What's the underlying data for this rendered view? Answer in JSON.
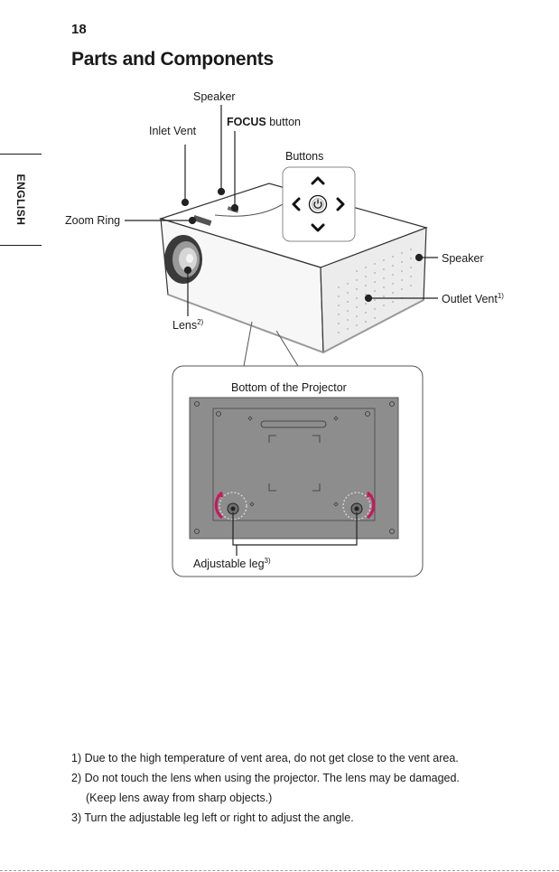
{
  "page_number": "18",
  "title": "Parts and Components",
  "side_tab": "ENGLISH",
  "labels": {
    "speaker_top": "Speaker",
    "focus_bold": "FOCUS",
    "focus_rest": " button",
    "inlet_vent": "Inlet Vent",
    "buttons": "Buttons",
    "zoom_ring": "Zoom Ring",
    "speaker_side": "Speaker",
    "outlet_vent": "Outlet Vent",
    "outlet_vent_ref": "1)",
    "lens": "Lens",
    "lens_ref": "2)",
    "bottom_title": "Bottom of the Projector",
    "adjustable_leg": "Adjustable leg",
    "adjustable_leg_ref": "3)"
  },
  "footnotes": [
    "1) Due to the high temperature of vent area, do not get close to the vent area.",
    "2) Do not touch the lens when using the projector. The lens may be damaged.",
    "(Keep lens away from sharp objects.)",
    "3) Turn the adjustable leg left or right to adjust the angle."
  ],
  "colors": {
    "accent_arrow": "#c8175d",
    "bottom_panel": "#8d8d8d"
  },
  "icons": [
    "power-icon",
    "arrow-up-icon",
    "arrow-down-icon",
    "arrow-left-icon",
    "arrow-right-icon"
  ]
}
